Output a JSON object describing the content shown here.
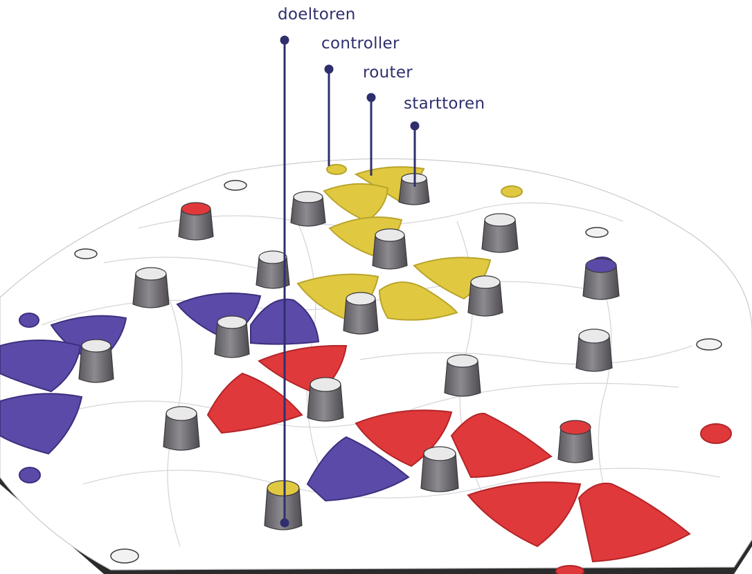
{
  "labels": {
    "doeltoren": "doeltoren",
    "controller": "controller",
    "router": "router",
    "starttoren": "starttoren"
  },
  "colors": {
    "callout": "#2f2f6e",
    "yellow": "#e0c940",
    "yellow_dark": "#b9a42c",
    "purple": "#5c4aa8",
    "purple_dark": "#3d2f7e",
    "red": "#e0393b",
    "red_dark": "#b32528",
    "tower": "#6f6c72",
    "board": "#ffffff",
    "board_edge": "#2b2b2b"
  }
}
